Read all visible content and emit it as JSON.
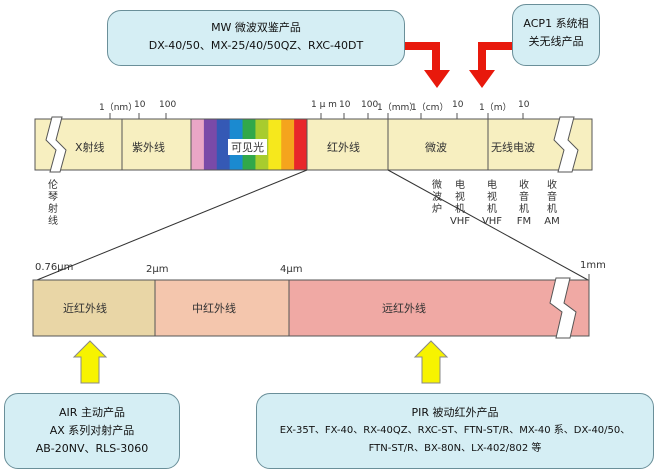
{
  "callouts": {
    "mw": {
      "title": "MW 微波双鉴产品",
      "models": "DX-40/50、MX-25/40/50QZ、RXC-40DT"
    },
    "acp1": {
      "line1": "ACP1 系统相",
      "line2": "关无线产品"
    },
    "air": {
      "line1": "AIR 主动产品",
      "line2": "AX 系列对射产品",
      "line3": "AB-20NV、RLS-3060"
    },
    "pir": {
      "line1": "PIR 被动红外产品",
      "line2": "EX-35T、FX-40、RX-40QZ、RXC-ST、FTN-ST/R、MX-40 系、DX-40/50、",
      "line3": "FTN-ST/R、BX-80N、LX-402/802 等"
    }
  },
  "spectrum": {
    "ticks": {
      "nm1": "1（nm）",
      "nm10": "10",
      "nm100": "100",
      "um1": "1 μ m",
      "um10": "10",
      "um100": "100",
      "mm1": "1（mm）",
      "cm1": "1（cm）",
      "cm10": "10",
      "m1": "1（m）",
      "m10": "10"
    },
    "bands": {
      "xray": "X射线",
      "uv": "紫外线",
      "visible": "可见光",
      "ir": "红外线",
      "microwave": "微波",
      "radio": "无线电波"
    },
    "below": {
      "roentgen": [
        "伦",
        "琴",
        "射",
        "线"
      ],
      "microwave_oven": [
        "微",
        "波",
        "炉"
      ],
      "tv_vhf": [
        "电",
        "视",
        "机",
        "VHF"
      ],
      "tv_vhf2": [
        "电",
        "视",
        "机",
        "VHF"
      ],
      "radio_fm": [
        "收",
        "音",
        "机",
        "FM"
      ],
      "radio_am": [
        "收",
        "音",
        "机",
        "AM"
      ]
    }
  },
  "infrared": {
    "ticks": {
      "t076": "0.76μm",
      "t2": "2μm",
      "t4": "4μm",
      "t1mm": "1mm"
    },
    "bands": {
      "near": "近红外线",
      "mid": "中红外线",
      "far": "远红外线"
    }
  },
  "colors": {
    "spectrum_fill": "#f7efc0",
    "near_ir": "#e9d6a6",
    "mid_ir": "#f4c6ad",
    "far_ir": "#f0a9a4",
    "callout_fill": "#d5eef4",
    "arrow_red": "#e8190c",
    "arrow_yellow": "#f7f300",
    "visible_stripes": [
      "#e9a6c6",
      "#7a4aa8",
      "#3559b5",
      "#1b8ad0",
      "#31a84a",
      "#a8cc2e",
      "#f6e81c",
      "#f5a41d",
      "#e8262a"
    ]
  }
}
